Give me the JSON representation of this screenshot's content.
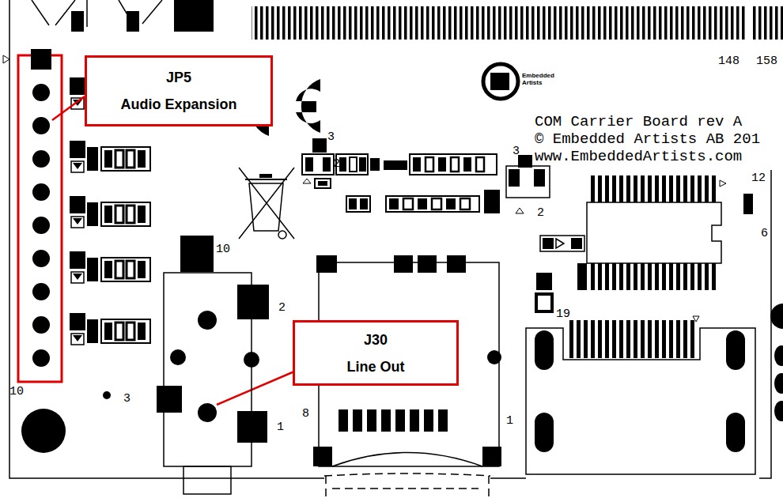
{
  "diagram": {
    "nodes": [
      {
        "text": [
          "JP5",
          "Audio Expansion"
        ]
      },
      {
        "text": [
          "J30",
          "Line Out"
        ]
      }
    ],
    "labels": [
      "148",
      "158",
      "COM Carrier Board rev A",
      "© Embedded Artists AB 201",
      "www.EmbeddedArtists.com",
      "Embedded Artists",
      "3",
      "2",
      "3",
      "2",
      "12",
      "6",
      "10",
      "2",
      "19",
      "3",
      "8",
      "1",
      "1",
      "10"
    ]
  }
}
